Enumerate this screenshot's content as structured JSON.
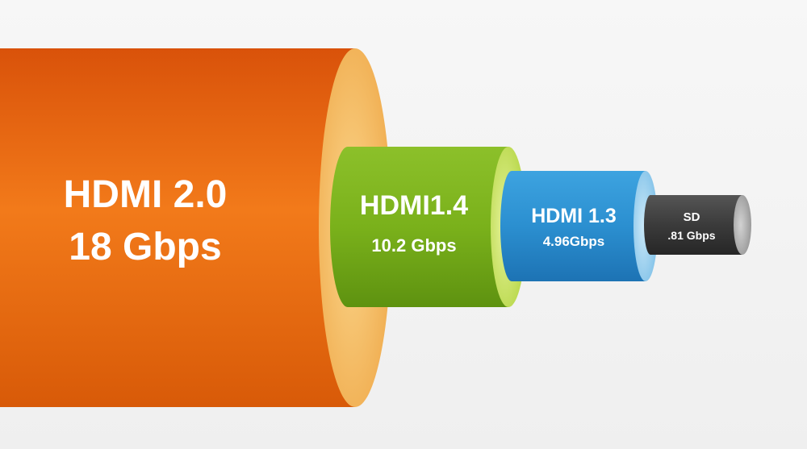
{
  "cables": [
    {
      "name": "HDMI 2.0",
      "speed": "18 Gbps",
      "bandwidth_gbps": 18,
      "color": "#e8620c",
      "end_color": "#f6c16a"
    },
    {
      "name": "HDMI1.4",
      "speed": "10.2 Gbps",
      "bandwidth_gbps": 10.2,
      "color": "#79ad1a",
      "end_color": "#d4ea6e"
    },
    {
      "name": "HDMI 1.3",
      "speed": "4.96Gbps",
      "bandwidth_gbps": 4.96,
      "color": "#2b8fd0",
      "end_color": "#9fd0ee"
    },
    {
      "name": "SD",
      "speed": ".81 Gbps",
      "bandwidth_gbps": 0.81,
      "color": "#3b3b3b",
      "end_color": "#a9a9a9"
    }
  ]
}
